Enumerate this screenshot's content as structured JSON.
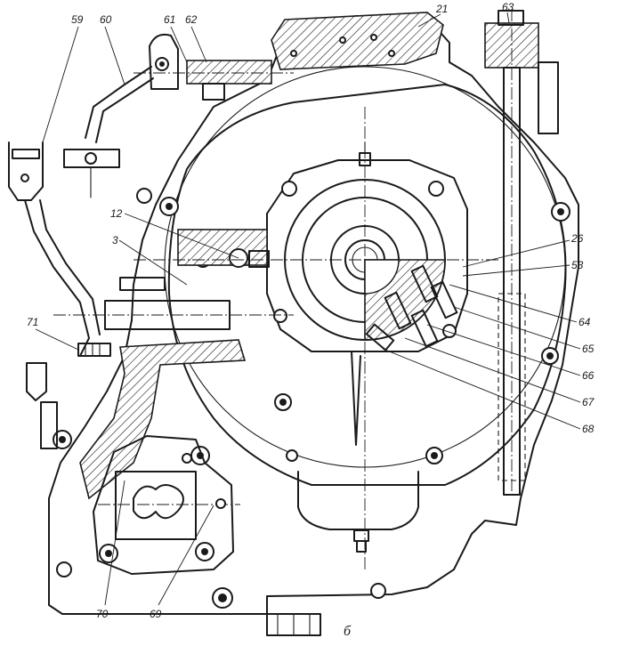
{
  "figure": {
    "view_letter": "б"
  },
  "callouts": [
    {
      "id": "59",
      "text": "59"
    },
    {
      "id": "60",
      "text": "60"
    },
    {
      "id": "61",
      "text": "61"
    },
    {
      "id": "62",
      "text": "62"
    },
    {
      "id": "21",
      "text": "21"
    },
    {
      "id": "63",
      "text": "63"
    },
    {
      "id": "12",
      "text": "12"
    },
    {
      "id": "3",
      "text": "3"
    },
    {
      "id": "26",
      "text": "26"
    },
    {
      "id": "53",
      "text": "53"
    },
    {
      "id": "64",
      "text": "64"
    },
    {
      "id": "65",
      "text": "65"
    },
    {
      "id": "66",
      "text": "66"
    },
    {
      "id": "67",
      "text": "67"
    },
    {
      "id": "68",
      "text": "68"
    },
    {
      "id": "71",
      "text": "71"
    },
    {
      "id": "70",
      "text": "70"
    },
    {
      "id": "69",
      "text": "69"
    }
  ]
}
